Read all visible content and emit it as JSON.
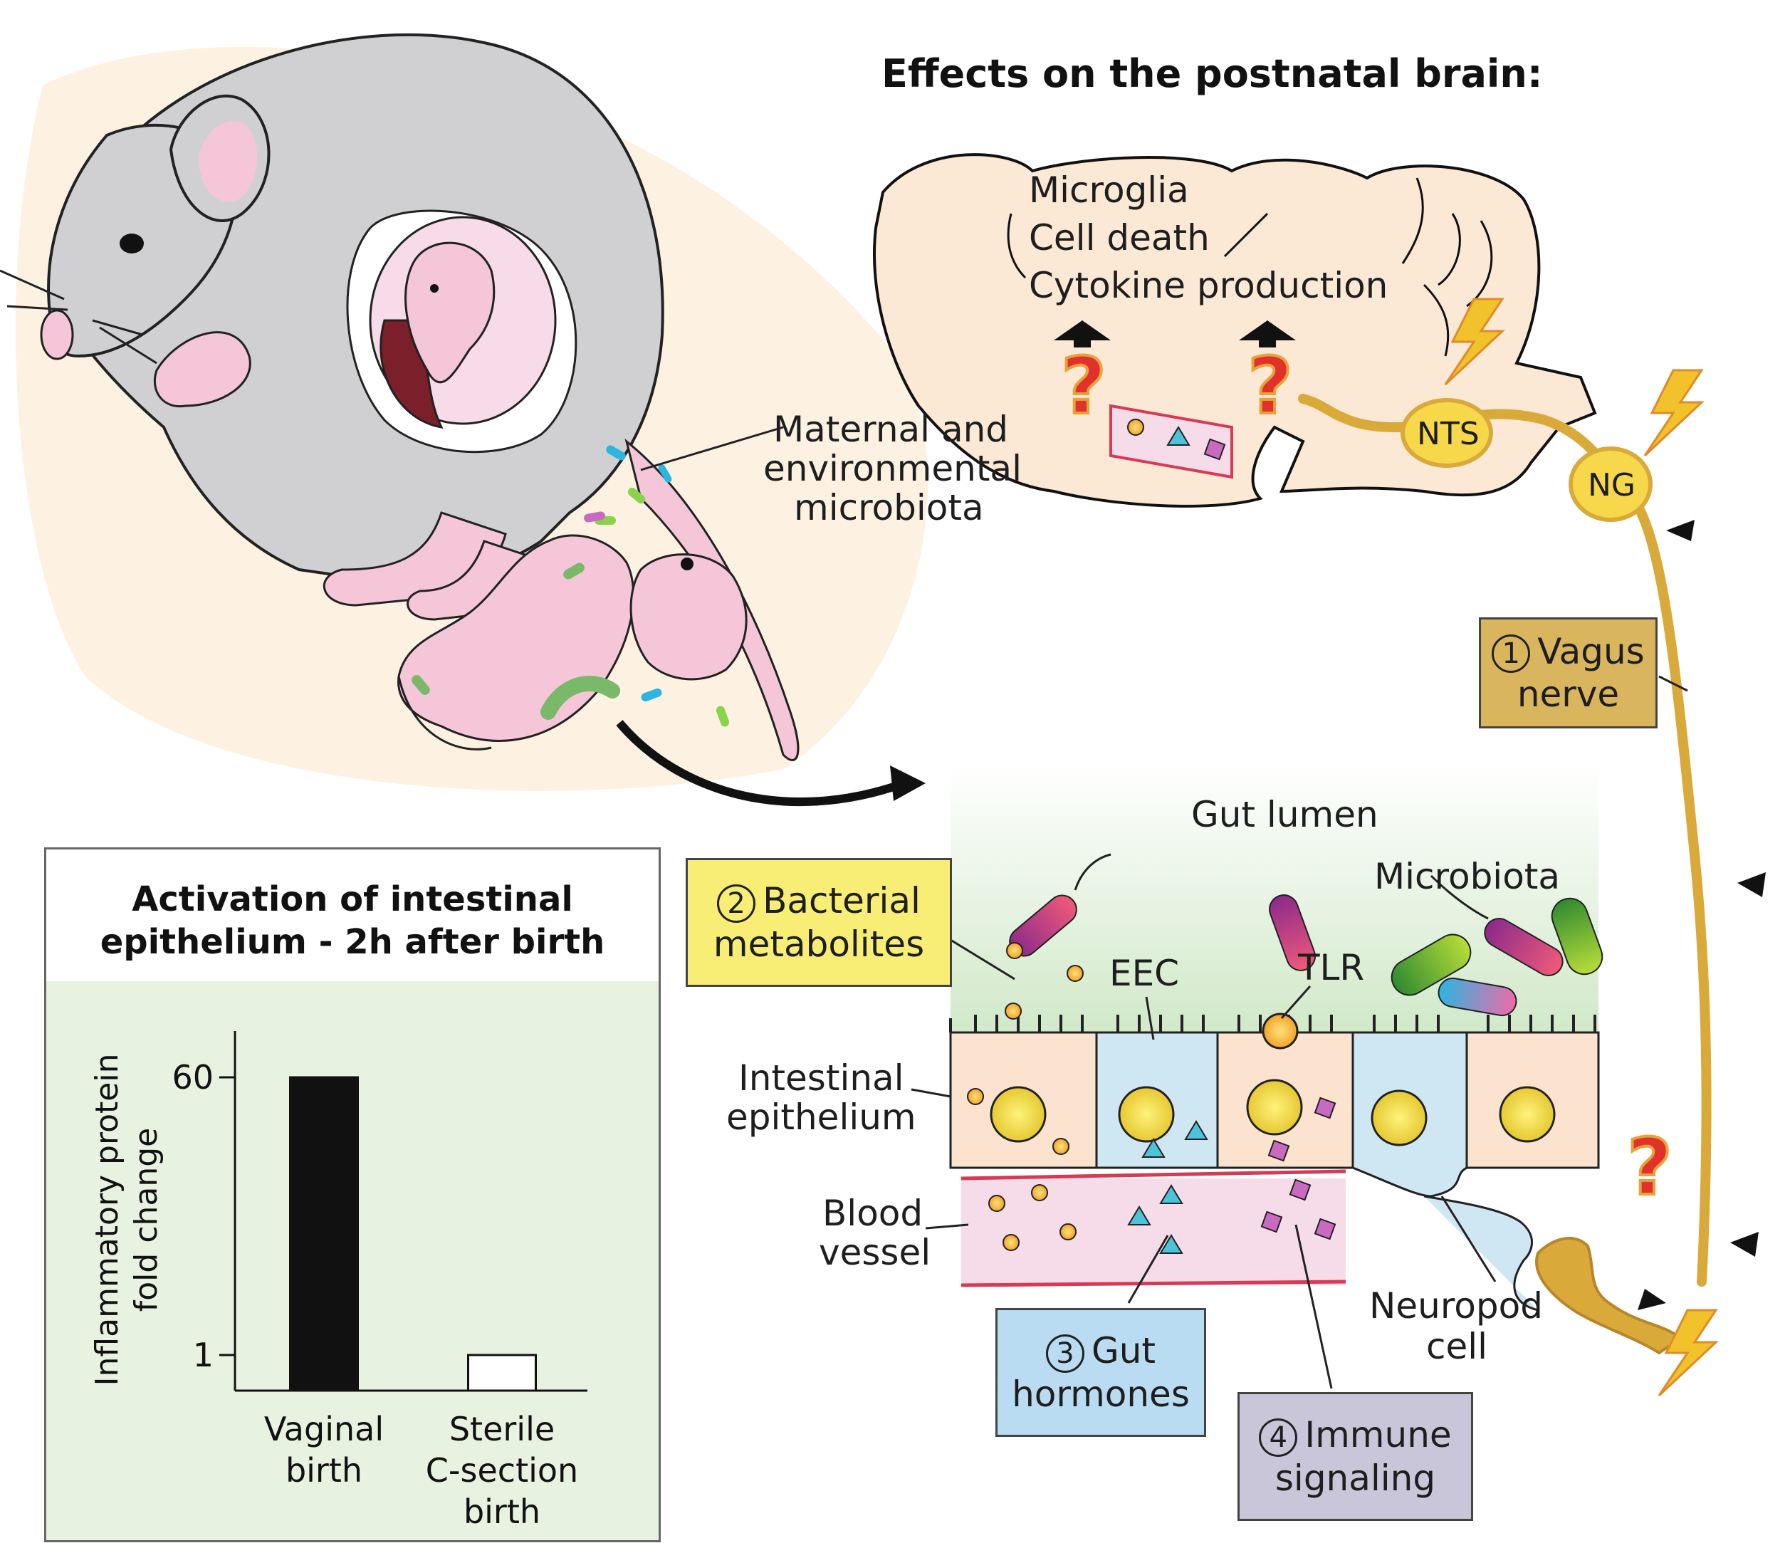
{
  "header": {
    "title": "Effects on the postnatal brain:"
  },
  "brain": {
    "effects": [
      "Microglia",
      "Cell death",
      "Cytokine production"
    ],
    "nts": "NTS",
    "ng": "NG",
    "question": "?"
  },
  "mouse": {
    "microbiota_label": [
      "Maternal and",
      "environmental",
      "microbiota"
    ]
  },
  "gut": {
    "lumen": "Gut lumen",
    "microbiota": "Microbiota",
    "eec": "EEC",
    "tlr": "TLR",
    "epithelium": [
      "Intestinal",
      "epithelium"
    ],
    "blood_vessel": [
      "Blood",
      "vessel"
    ],
    "neuropod": [
      "Neuropod",
      "cell"
    ]
  },
  "boxes": {
    "vagus": {
      "num": "1",
      "line1": "Vagus",
      "line2": "nerve",
      "color": "#d9b65e"
    },
    "bacterial": {
      "num": "2",
      "line1": "Bacterial",
      "line2": "metabolites",
      "color": "#f8ee75"
    },
    "hormones": {
      "num": "3",
      "line1": "Gut",
      "line2": "hormones",
      "color": "#b9dcf2"
    },
    "immune": {
      "num": "4",
      "line1": "Immune",
      "line2": "signaling",
      "color": "#c9c6da"
    }
  },
  "colors": {
    "background_blob": "#fdf1e2",
    "mouse": "#cfcfd1",
    "pink": "#f7d4e6",
    "nerve": "#d9a93a",
    "ganglion": "#f6d84a",
    "cell_peach": "#fbe3cf",
    "cell_blue": "#cfe6f3",
    "vessel": "#f6dce8",
    "gut_green": "#bfe0b4"
  },
  "chart_data": {
    "type": "bar",
    "title": [
      "Activation of intestinal",
      "epithelium - 2h after birth"
    ],
    "ylabel": [
      "Inflammatory protein",
      "fold change"
    ],
    "categories": [
      [
        "Vaginal",
        "birth"
      ],
      [
        "Sterile",
        "C-section",
        "birth"
      ]
    ],
    "values": [
      60,
      1
    ],
    "yticks": [
      "60",
      "1"
    ],
    "bar_colors": [
      "#111111",
      "#ffffff"
    ]
  }
}
